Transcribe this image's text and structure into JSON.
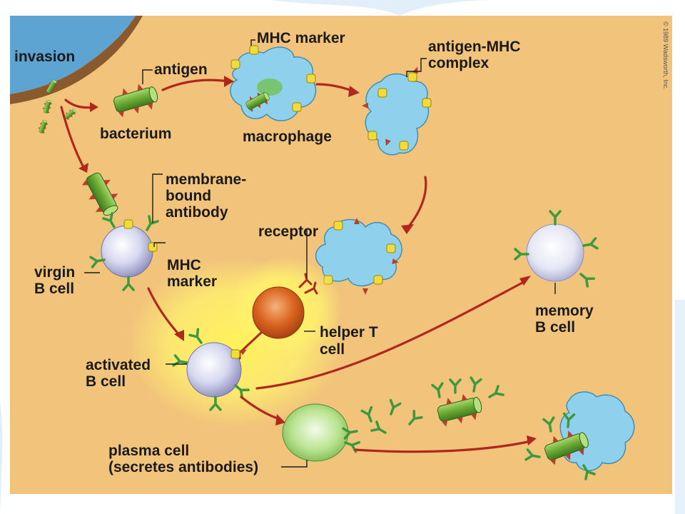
{
  "labels": {
    "invasion": "invasion",
    "antigen": "antigen",
    "bacterium": "bacterium",
    "mhc_marker_top": "MHC marker",
    "macrophage": "macrophage",
    "antigen_mhc_line1": "antigen-MHC",
    "antigen_mhc_line2": "complex",
    "membrane_line1": "membrane-",
    "membrane_line2": "bound",
    "membrane_line3": "antibody",
    "receptor": "receptor",
    "mhc_marker_line1": "MHC",
    "mhc_marker_line2": "marker",
    "virgin_line1": "virgin",
    "virgin_line2": "B cell",
    "helper_line1": "helper T",
    "helper_line2": "cell",
    "memory_line1": "memory",
    "memory_line2": "B cell",
    "activated_line1": "activated",
    "activated_line2": "B cell",
    "plasma_line1": "plasma cell",
    "plasma_line2": "(secretes antibodies)",
    "copyright": "© 1989 Wadsworth, Inc."
  },
  "colors": {
    "background_panel": "#f2c47b",
    "tissue": "#5ea4d3",
    "macrophage": "#8fd0ec",
    "bacterium": "#74b43d",
    "antigen_spike": "#b8402a",
    "mhc_marker": "#f0dc3a",
    "antibody": "#3c9a3c",
    "b_cell": "#c5c7ea",
    "helper_t_cell": "#d9641f",
    "plasma_cell": "#a7d97a",
    "arrow": "#b0281d",
    "glow": "#fff15a"
  }
}
